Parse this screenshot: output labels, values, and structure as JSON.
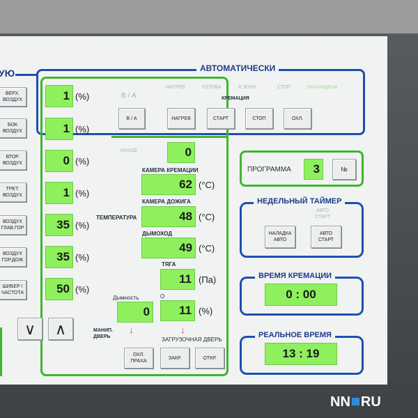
{
  "header": {
    "left_title_fragment": "УЮ",
    "auto_title": "АВТОМАТИЧЕСКИ",
    "status_words": [
      "НАГРЕВ",
      "ГОТОВА",
      "В ЗОНУ",
      "СТОП",
      "ОХЛАЖДЕНА"
    ],
    "cremation_label": "КРЕМАЦИЯ",
    "ba_faint": "В / А"
  },
  "left_buttons": [
    {
      "label": "ВЕРХ.\nВОЗДУХ"
    },
    {
      "label": "БОК\nВОЗДУХ"
    },
    {
      "label": "ВТОР.\nВОЗДУХ"
    },
    {
      "label": "ТРЕТ.\nВОЗДУХ"
    },
    {
      "label": "ВОЗДУХ\nГЛАВ.ГОР"
    },
    {
      "label": "ВОЗДУХ\nГОР.ДОЖ"
    },
    {
      "label": "ШИБЕР /\nЧАСТОТА"
    }
  ],
  "left_values": [
    {
      "value": "1",
      "unit": "(%)"
    },
    {
      "value": "1",
      "unit": "(%)"
    },
    {
      "value": "0",
      "unit": "(%)"
    },
    {
      "value": "1",
      "unit": "(%)"
    },
    {
      "value": "35",
      "unit": "(%)"
    },
    {
      "value": "35",
      "unit": "(%)"
    },
    {
      "value": "50",
      "unit": "(%)"
    }
  ],
  "control_buttons": {
    "ba": "В / А",
    "heat": "НАГРЕВ",
    "start": "СТАРТ",
    "stop": "СТОП",
    "cool": "ОХЛ."
  },
  "center": {
    "nakhod_faint": "НАХОД",
    "nakhod_value": "0",
    "temperature_label": "ТЕМПЕРАТУРА",
    "chamber_label": "КАМЕРА КРЕМАЦИИ",
    "chamber_value": "62",
    "afterburn_label": "КАМЕРА ДОЖИГА",
    "afterburn_value": "48",
    "flue_label": "ДЫМОХОД",
    "flue_value": "49",
    "temp_unit": "(°C)",
    "draft_label": "ТЯГА",
    "draft_value": "11",
    "draft_unit": "(Па)",
    "smoke_label": "Дымность",
    "smoke_value": "0",
    "o2_label": "O",
    "o2_value": "11",
    "o2_unit": "(%)",
    "manip_label": "МАНИП.\nДВЕРЬ",
    "loading_door_label": "ЗАГРУЗОЧНАЯ ДВЕРЬ",
    "ash_cool": "ОХЛ.\nПРАХА",
    "close": "ЗАКР.",
    "open": "ОТКР."
  },
  "program": {
    "label": "ПРОГРАММА",
    "value": "3",
    "no_button": "№"
  },
  "weekly": {
    "title": "НЕДЕЛЬНЫЙ ТАЙМЕР",
    "faint": "АВТО\nСТАРТ",
    "setup_button": "НАЛАДКА\nАВТО",
    "autostart_button": "АВТО\nСТАРТ"
  },
  "cremation_time": {
    "title": "ВРЕМЯ КРЕМАЦИИ",
    "value": "0 : 00"
  },
  "real_time": {
    "title": "РЕАЛЬНОЕ ВРЕМЯ",
    "value": "13 : 19"
  },
  "watermark": {
    "left": "NN",
    "right": "RU"
  },
  "colors": {
    "value_green": "#8ff05e",
    "frame_blue": "#1d4fb0",
    "frame_green": "#3fb52e",
    "arrow_red": "#e23a2a"
  }
}
